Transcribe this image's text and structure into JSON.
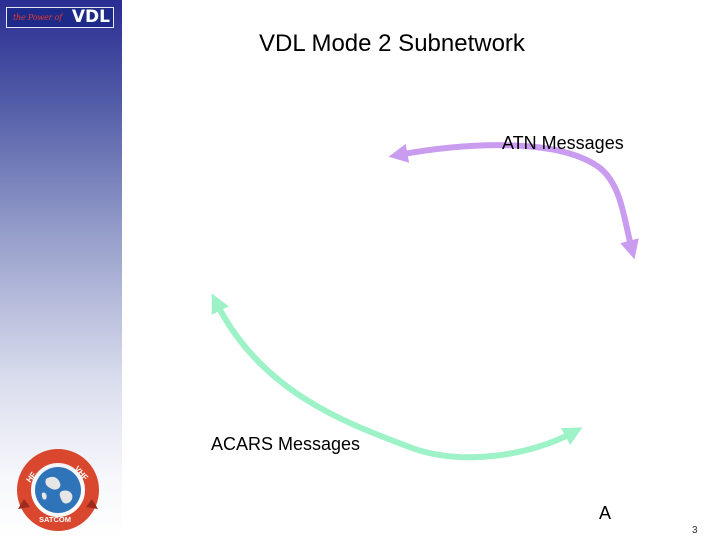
{
  "header": {
    "logo_script": "the Power of",
    "logo_vdl": "VDL",
    "title": "VDL Mode 2 Subnetwork"
  },
  "diagram": {
    "atn_label": "ATN Messages",
    "acars_label": "ACARS Messages",
    "a_label": "A",
    "atn_color": "#c99cf0",
    "acars_color": "#9ef2c8"
  },
  "emblem": {
    "hf": "HF",
    "vhf": "VHF",
    "satcom": "SATCOM",
    "ring_color": "#d9472e",
    "ring_dark": "#9e2a1d",
    "globe_color": "#2f73b8"
  },
  "footer": {
    "page_number": "3"
  }
}
